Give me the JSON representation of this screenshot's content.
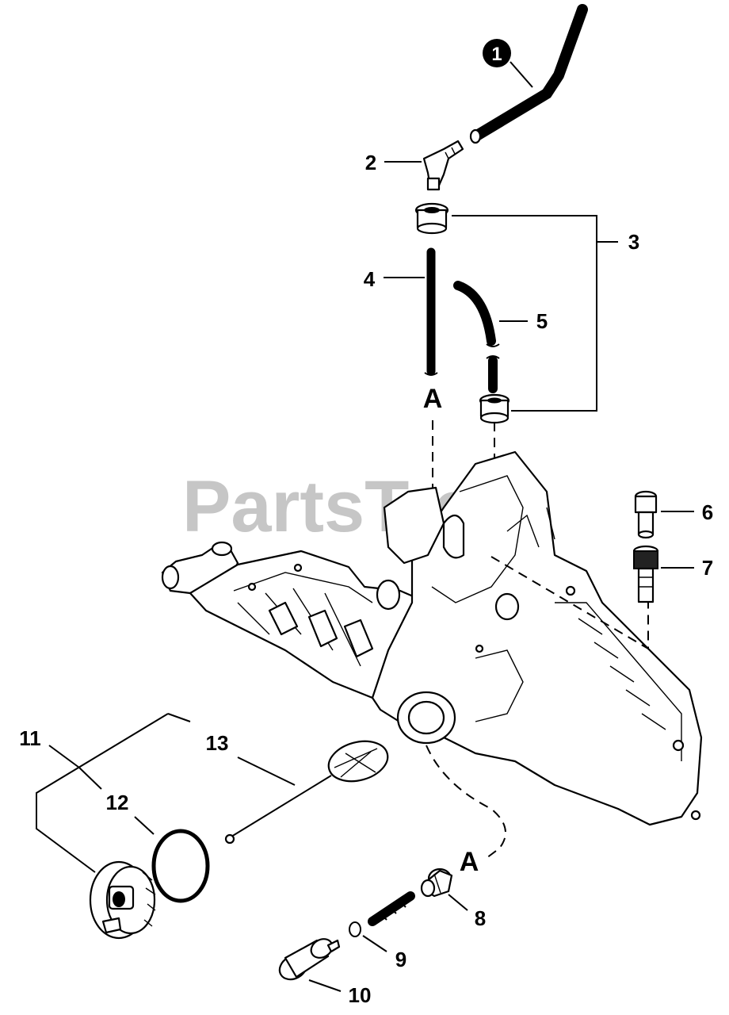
{
  "watermark": "PartsTree",
  "callouts": {
    "c1": "1",
    "c2": "2",
    "c3": "3",
    "c4": "4",
    "c5": "5",
    "c6": "6",
    "c7": "7",
    "c8": "8",
    "c9": "9",
    "c10": "10",
    "c11": "11",
    "c12": "12",
    "c13": "13"
  },
  "reference_marks": {
    "a_top": "A",
    "a_bottom": "A"
  },
  "icons": [
    "fuel-line-icon",
    "elbow-fitting-icon",
    "grommet-icon",
    "fuel-tank-housing-icon",
    "fuel-filter-icon",
    "fuel-cap-icon",
    "o-ring-icon",
    "strainer-icon"
  ]
}
